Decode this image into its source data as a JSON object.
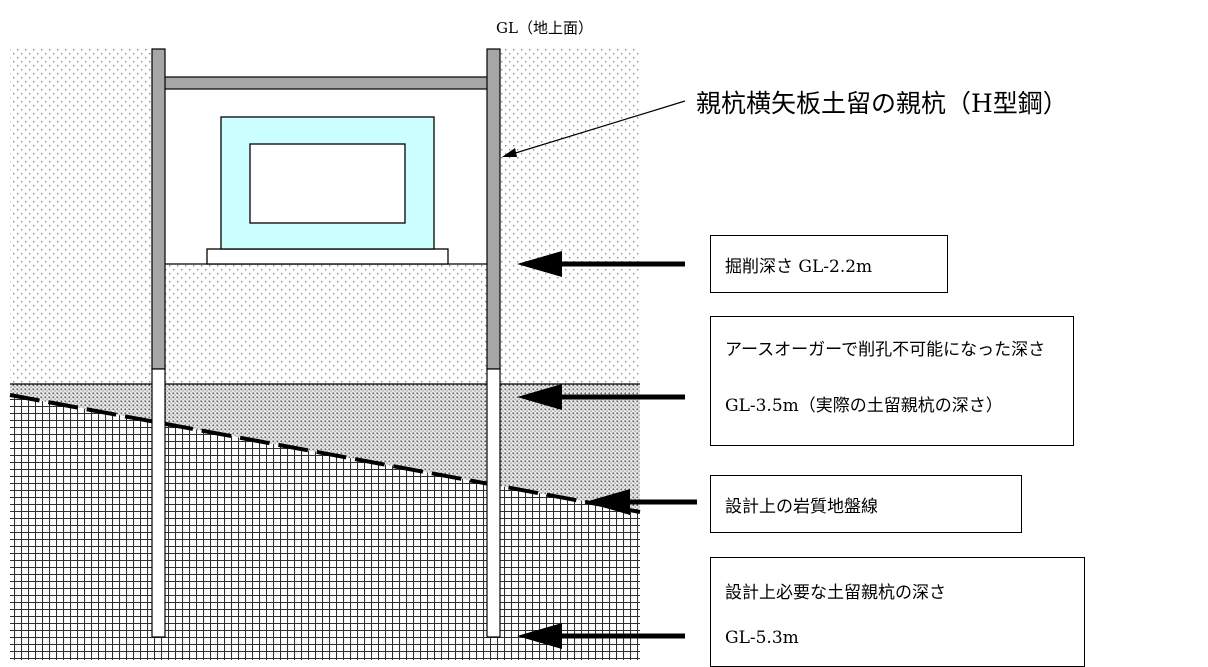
{
  "gl_label": "GL（地上面）",
  "pile_callout": "親杭横矢板土留の親杭（H型鋼）",
  "labels": {
    "excavation_depth": "掘削深さ GL-2.2m",
    "auger_limit_line1": "アースオーガーで削孔不可能になった深さ",
    "auger_limit_line2": "GL-3.5m（実際の土留親杭の深さ）",
    "design_rock_line": "設計上の岩質地盤線",
    "required_depth_line1": "設計上必要な土留親杭の深さ",
    "required_depth_line2": "GL-5.3m"
  },
  "colors": {
    "pile": "#a6a6a6",
    "structure_fill": "#ccffff",
    "soil_dot": "#888888",
    "rock_grid": "#333333",
    "gravel_dot": "#555555"
  }
}
